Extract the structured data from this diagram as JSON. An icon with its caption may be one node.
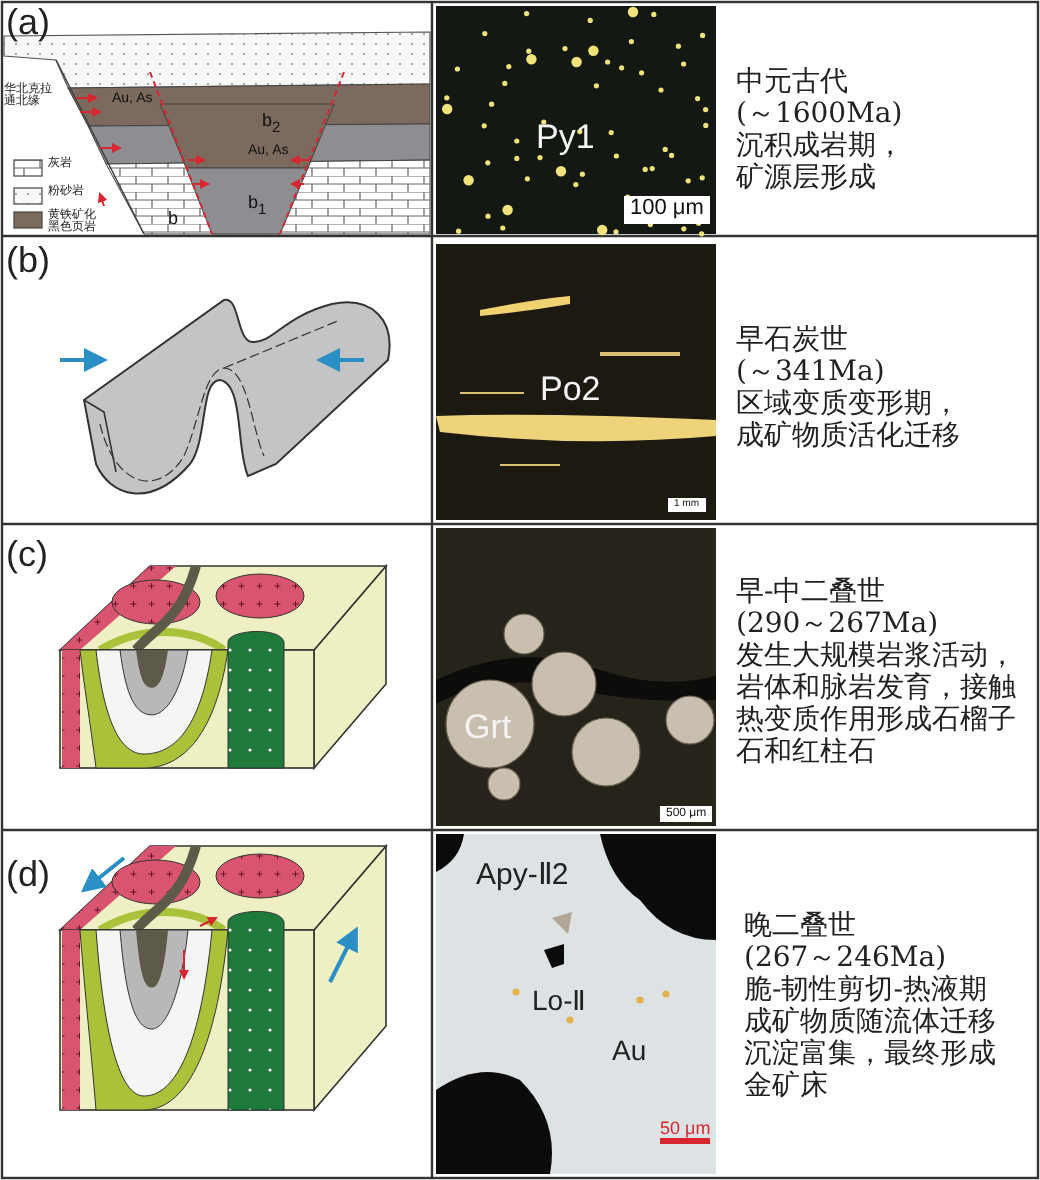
{
  "diagram": {
    "labels": [
      "(a)",
      "华北克拉通北缘",
      "Au, As",
      "b$_{2}$",
      "Au, As",
      "b$_{1}$",
      "b",
      "Py1",
      "100 μm",
      "中元古代(～1600Ma)沉积成岩期，矿源层形成",
      "(b)",
      "Po2",
      "1 mm",
      "早石炭世(～341Ma)区域变质变形期，成矿物质活化迁移",
      "(c)",
      "Grt",
      "500 μm",
      "早-中二叠世(290～267Ma)发生大规模岩浆活动，岩体和脉岩发育，接触热变质作用形成石榴子石和红柱石",
      "(d)",
      "Apy-Ⅱ2",
      "Lo-Ⅱ",
      "Au",
      "50 μm",
      "晚二叠世(267～246Ma)脆-韧性剪切-热液期成矿物质随流体迁移沉淀富集，最终形成金矿床"
    ],
    "legend": [
      {
        "text": "灰岩"
      },
      {
        "text": "粉砂岩"
      },
      {
        "text": "黄铁矿化黑色页岩",
        "color": "#7b6a5d"
      }
    ]
  }
}
